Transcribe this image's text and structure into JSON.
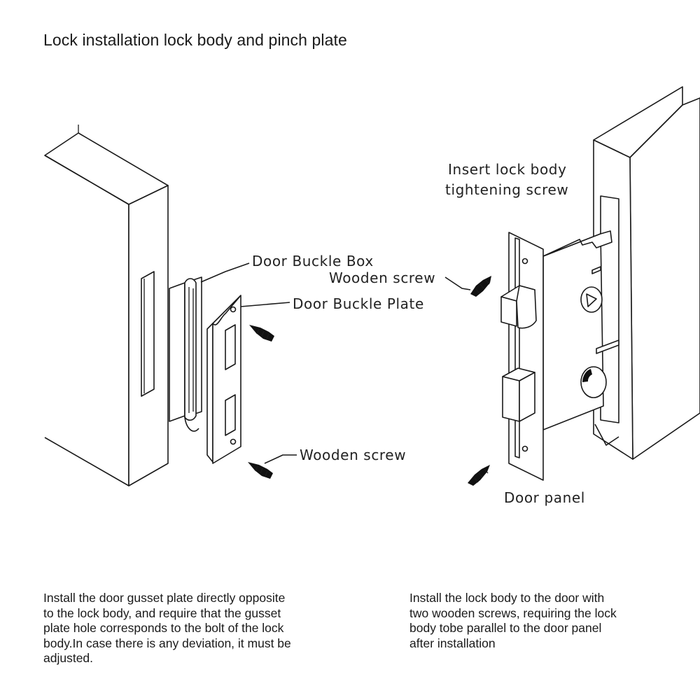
{
  "title": "Lock installation lock body and pinch plate",
  "labels": {
    "insert_line1": "Insert lock body",
    "insert_line2": "tightening screw",
    "door_buckle_box": "Door Buckle Box",
    "wooden_screw_top": "Wooden screw",
    "door_buckle_plate": "Door Buckle Plate",
    "wooden_screw_bottom": "Wooden screw",
    "door_panel": "Door panel"
  },
  "captions": {
    "left_lines": [
      "Install the door gusset plate directly opposite",
      "to the lock body, and require that the gusset",
      "plate hole corresponds to the bolt of the lock",
      "body.In case there is any deviation, it must be",
      "adjusted."
    ],
    "right_lines": [
      "Install the lock body to the door with",
      "two wooden screws, requiring the lock",
      "body tobe parallel to the door panel",
      "after installation"
    ]
  }
}
